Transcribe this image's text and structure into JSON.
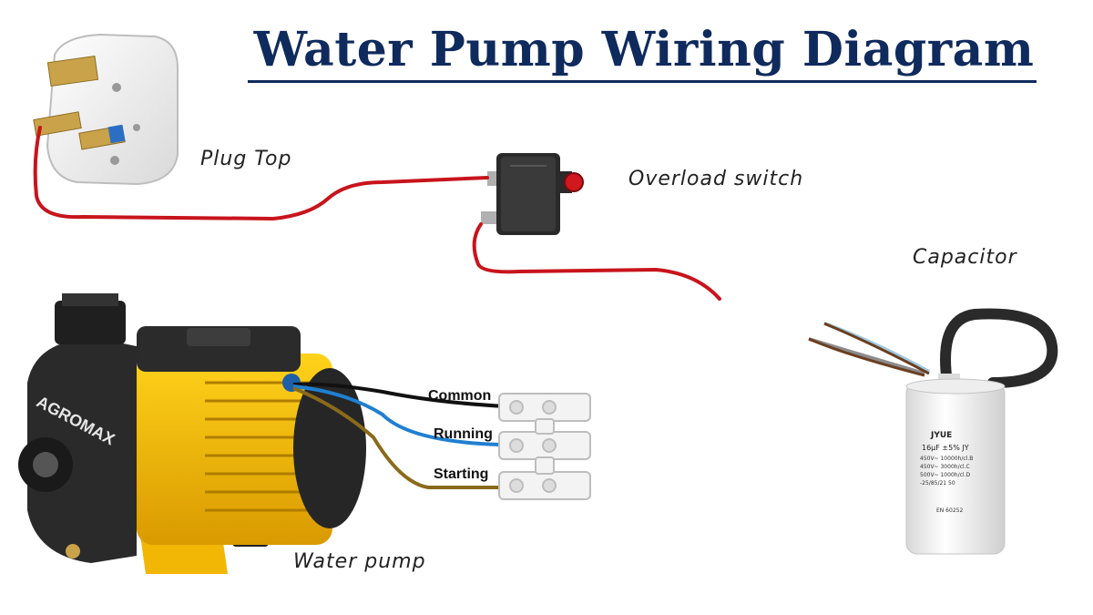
{
  "title": "Water Pump Wiring Diagram",
  "labels": {
    "plug_top": "Plug Top",
    "overload_switch": "Overload switch",
    "capacitor": "Capacitor",
    "water_pump": "Water pump"
  },
  "pump_terminals": [
    "Common",
    "Running",
    "Starting"
  ],
  "pump_brand": "AGROMAX",
  "capacitor_markings": {
    "brand": "JYUE",
    "rating": "16μF ±5%  JY",
    "lines": [
      "450V~ 10000h/cl.B",
      "450V~ 3000h/cl.C",
      "500V~ 1000h/cl.D",
      "-25/85/21  50"
    ],
    "standard": "EN 60252"
  },
  "wire_colors": {
    "live": "#c8141c",
    "common": "#111111",
    "running": "#1f7fd1",
    "starting": "#8a6a1a"
  }
}
